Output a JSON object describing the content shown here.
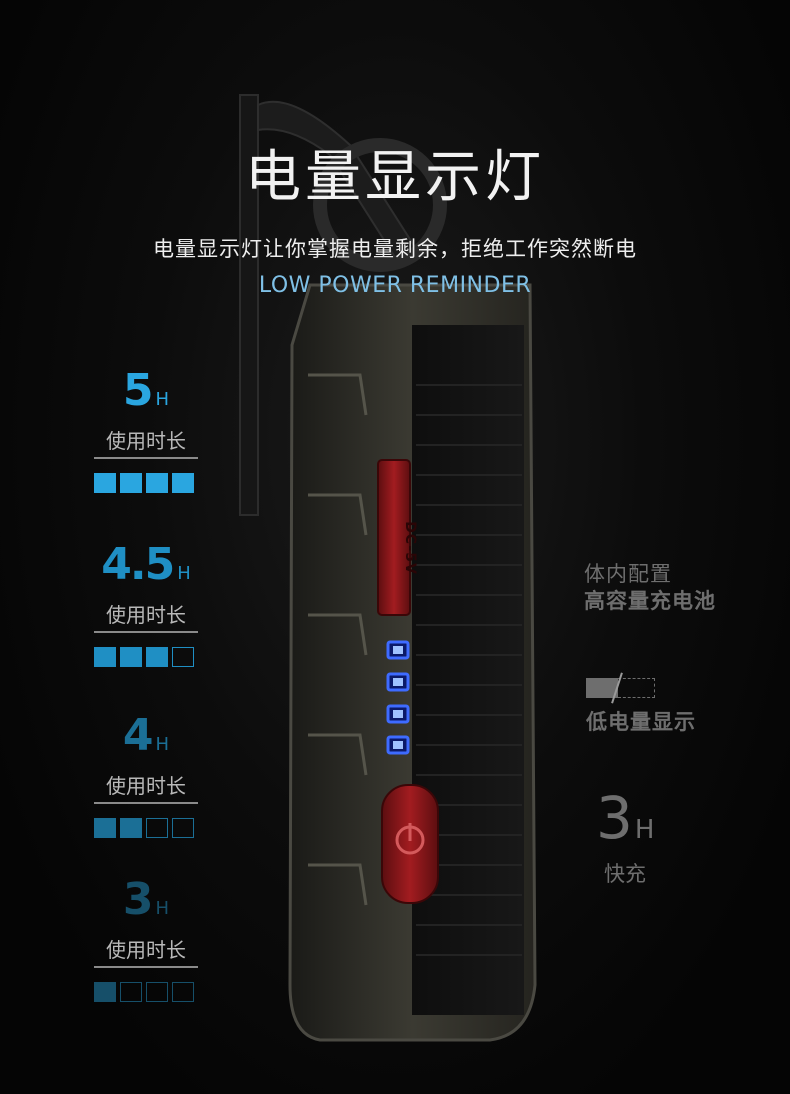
{
  "header": {
    "title": "电量显示灯",
    "subtitle": "电量显示灯让你掌握电量剩余，拒绝工作突然断电",
    "english_subtitle": "LOW POWER REMINDER"
  },
  "device": {
    "port_label": "DC-5V",
    "led_count": 4
  },
  "levels": [
    {
      "hours": "5",
      "unit": "H",
      "label": "使用时长",
      "filled": 4,
      "total": 4,
      "color": "#2aa6e0"
    },
    {
      "hours": "4.5",
      "unit": "H",
      "label": "使用时长",
      "filled": 3,
      "total": 4,
      "color": "#1f8fc4"
    },
    {
      "hours": "4",
      "unit": "H",
      "label": "使用时长",
      "filled": 2,
      "total": 4,
      "color": "#1b6f96"
    },
    {
      "hours": "3",
      "unit": "H",
      "label": "使用时长",
      "filled": 1,
      "total": 4,
      "color": "#164f69"
    }
  ],
  "battery_info": {
    "line1": "体内配置",
    "line2": "高容量充电池"
  },
  "low_power": {
    "label": "低电量显示"
  },
  "fast_charge": {
    "hours": "3",
    "unit": "H",
    "label": "快充"
  },
  "colors": {
    "accent_blue": "#2aa6e0",
    "led_blue": "#2a5cff",
    "power_button_red": "#8b1518",
    "muted_gray": "#6e6e6e"
  }
}
